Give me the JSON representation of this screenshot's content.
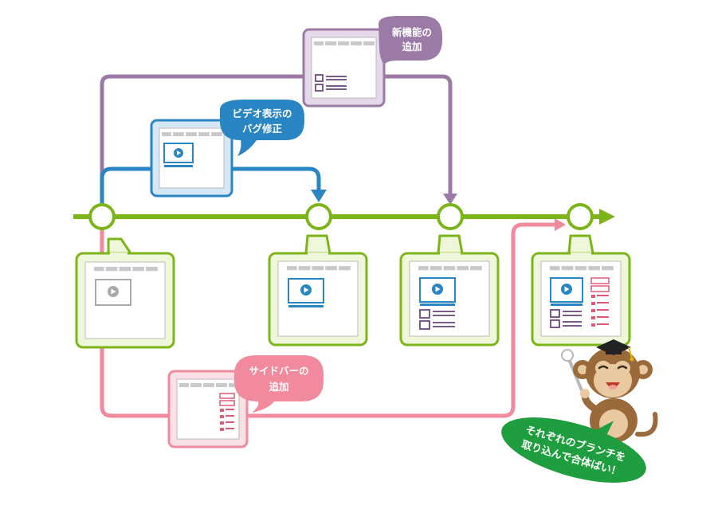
{
  "colors": {
    "main_green": "#7cb519",
    "purple": "#9b7aa6",
    "blue": "#2a86c2",
    "pink": "#f28a9e",
    "speech_green": "#1e9e3e",
    "monkey_brown": "#9a6a3a"
  },
  "branches": {
    "feature": {
      "label_line1": "新機能の",
      "label_line2": "追加"
    },
    "bugfix": {
      "label_line1": "ビデオ表示の",
      "label_line2": "バグ修正"
    },
    "sidebar": {
      "label_line1": "サイドバーの",
      "label_line2": "追加"
    }
  },
  "mascot": {
    "speech_line1": "それぞれのブランチを",
    "speech_line2": "取り込んで合体ばい！",
    "icon": "monkey-professor-icon"
  }
}
